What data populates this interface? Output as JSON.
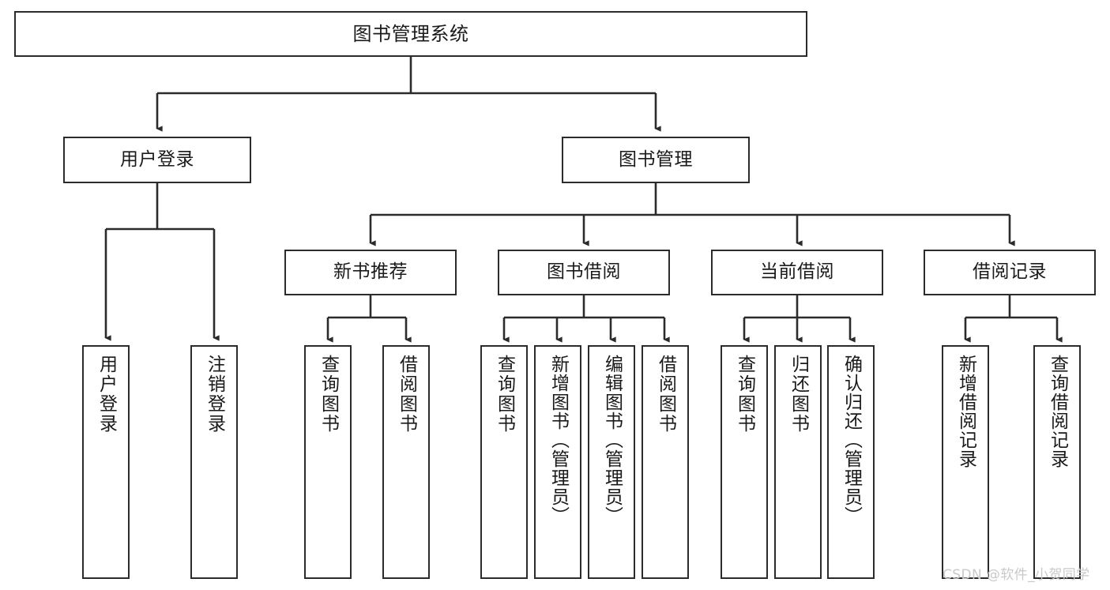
{
  "diagram": {
    "type": "tree",
    "title": "图书管理系统",
    "orientation": "top-down",
    "edge_color": "#2b2b2b",
    "box_border_color": "#2b2b2b",
    "box_fill_color": "#ffffff",
    "text_color": "#1a1a1a",
    "nodes": {
      "root": {
        "label": "图书管理系统",
        "level": 0
      },
      "l1": [
        {
          "label": "用户登录",
          "level": 1
        },
        {
          "label": "图书管理",
          "level": 1
        }
      ],
      "l2": [
        {
          "label": "新书推荐",
          "level": 2
        },
        {
          "label": "图书借阅",
          "level": 2
        },
        {
          "label": "当前借阅",
          "level": 2
        },
        {
          "label": "借阅记录",
          "level": 2
        }
      ],
      "leaves": {
        "user_login": [
          {
            "label": "用户登录"
          },
          {
            "label": "注销登录"
          }
        ],
        "new_book": [
          {
            "label": "查询图书"
          },
          {
            "label": "借阅图书"
          }
        ],
        "book_borrow": [
          {
            "label": "查询图书"
          },
          {
            "label": "新增图书（管理员）"
          },
          {
            "label": "编辑图书（管理员）"
          },
          {
            "label": "借阅图书"
          }
        ],
        "current_borrow": [
          {
            "label": "查询图书"
          },
          {
            "label": "归还图书"
          },
          {
            "label": "确认归还（管理员）"
          }
        ],
        "borrow_record": [
          {
            "label": "新增借阅记录"
          },
          {
            "label": "查询借阅记录"
          }
        ]
      }
    }
  },
  "watermark": {
    "text": "CSDN @软件_小贺同学"
  }
}
